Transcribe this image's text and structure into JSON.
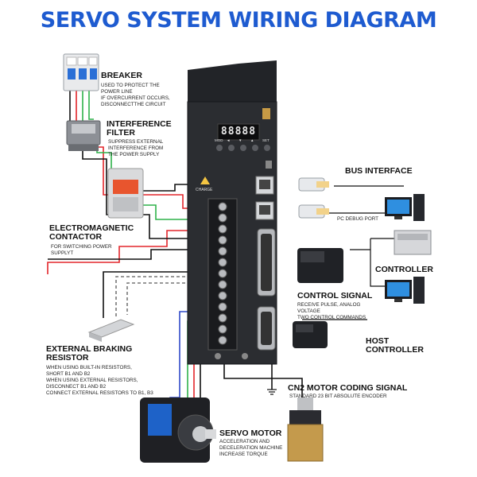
{
  "title": "SERVO SYSTEM WIRING DIAGRAM",
  "display": {
    "readout": "88888",
    "charge": "CHARGE",
    "buttons": [
      "MOD",
      "◄",
      "▼",
      "▲",
      "SET"
    ]
  },
  "components": {
    "breaker": {
      "label": "BREAKER",
      "desc": [
        "USED TO PROTECT THE",
        "POWER LINE",
        "IF OVERCURRENT OCCURS,",
        "DISCONNECTTHE CIRCUIT"
      ]
    },
    "filter": {
      "label": [
        "INTERFERENCE",
        "FILTER"
      ],
      "desc": [
        "SUPPRESS EXTERNAL",
        "INTERFERENCE FROM",
        "THE POWER SUPPLY"
      ]
    },
    "contactor": {
      "label": [
        "ELECTROMAGNETIC",
        "CONTACTOR"
      ],
      "desc": [
        "FOR SWITCHING POWER",
        "SUPPLYT"
      ]
    },
    "braking": {
      "label": [
        "EXTERNAL BRAKING",
        "RESISTOR"
      ],
      "desc": [
        "WHEN USING BUILT-IN RESISTORS,",
        "SHORT B1 AND B2",
        "WHEN USING EXTERNAL RESISTORS,",
        "DISCONNECT B1 AND B2",
        "CONNECT EXTERNAL RESISTORS TO B1, B3"
      ]
    },
    "bus": {
      "label": "BUS INTERFACE",
      "desc": [
        "PC DEBUG PORT"
      ]
    },
    "controller": {
      "label": "CONTROLLER"
    },
    "control_signal": {
      "label": "CONTROL SIGNAL",
      "desc": [
        "RECEIVE PULSE, ANALOG",
        "VOLTAGE",
        "TWO CONTROL COMMANDS"
      ]
    },
    "host": {
      "label": [
        "HOST",
        "CONTROLLER"
      ]
    },
    "cn2": {
      "label": "CN2 MOTOR CODING SIGNAL",
      "desc": [
        "STANDARD 23 BIT ABSOLUTE ENCODER"
      ]
    },
    "motor": {
      "label": "SERVO MOTOR",
      "desc": [
        "ACCELERATION AND",
        "DECELERATION MACHINE",
        "INCREASE TORQUE"
      ]
    }
  },
  "colors": {
    "title": "#1e5bd0",
    "red_wire": "#e3262b",
    "green_wire": "#2fb24a",
    "blue_wire": "#2f49c8",
    "black_wire": "#111111",
    "drive_body": "#2b2d31"
  }
}
